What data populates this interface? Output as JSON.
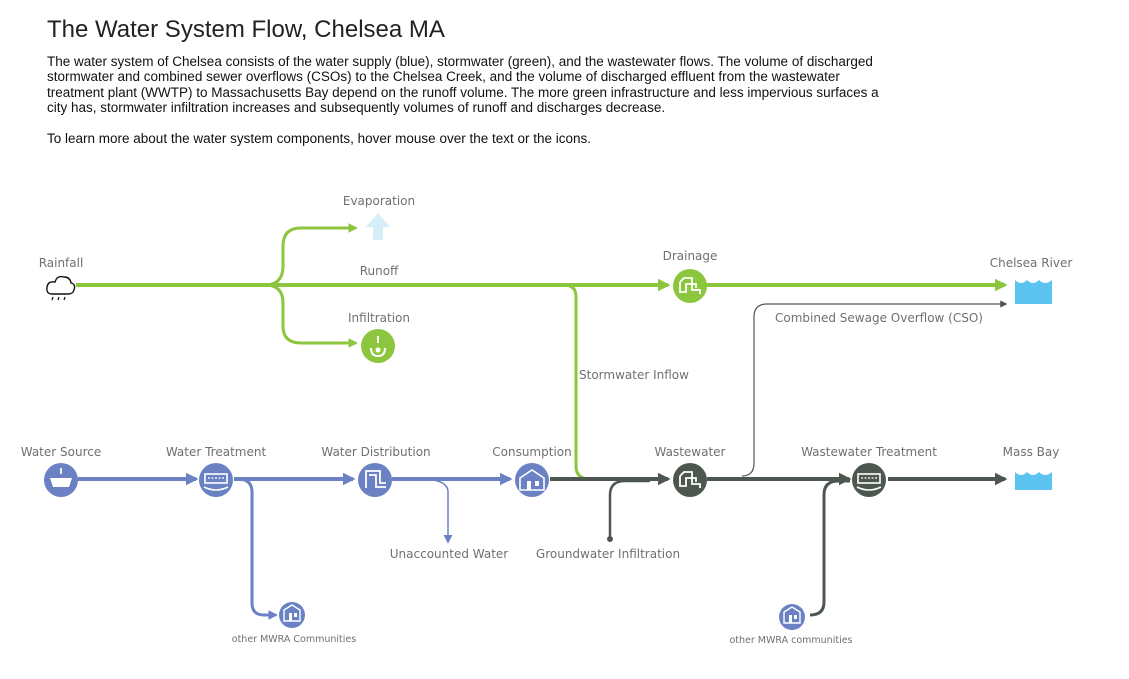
{
  "title": "The Water System Flow, Chelsea MA",
  "intro": "The water system of Chelsea consists of the water supply (blue), stormwater (green), and the wastewater flows. The volume of discharged stormwater and combined sewer overflows (CSOs) to the Chelsea Creek, and the volume of discharged effluent from the wastewater treatment plant (WWTP) to Massachusetts Bay depend on the runoff volume. The more green infrastructure and less impervious surfaces a city has, stormwater infiltration increases and subsequently volumes of runoff and discharges decrease.",
  "hint": "To learn more about the water system components, hover mouse over the text or the icons.",
  "colors": {
    "stormwater": "#8cc63f",
    "supply": "#6a82c4",
    "wastewater": "#4d5750",
    "receiving_water": "#5bc3ef",
    "evaporation": "#d6eef8",
    "label": "#707070"
  },
  "labels": {
    "evaporation": "Evaporation",
    "rainfall": "Rainfall",
    "runoff": "Runoff",
    "drainage": "Drainage",
    "chelsea_river": "Chelsea River",
    "infiltration": "Infiltration",
    "cso": "Combined Sewage Overflow (CSO)",
    "stormwater_inflow": "Stormwater Inflow",
    "water_source": "Water Source",
    "water_treatment": "Water Treatment",
    "water_distribution": "Water Distribution",
    "consumption": "Consumption",
    "wastewater": "Wastewater",
    "wastewater_treatment": "Wastewater Treatment",
    "mass_bay": "Mass Bay",
    "unaccounted_water": "Unaccounted Water",
    "groundwater_infiltration": "Groundwater Infiltration",
    "other_mwra_1": "other MWRA Communities",
    "other_mwra_2": "other MWRA communities"
  },
  "icons": {
    "rainfall": "rain-cloud-icon",
    "evaporation": "arrow-up-icon",
    "infiltration": "soil-infiltration-icon",
    "drainage": "drain-icon",
    "chelsea_river": "water-waves-icon",
    "water_source": "reservoir-icon",
    "water_treatment": "treatment-plant-icon",
    "water_distribution": "pipe-icon",
    "consumption": "household-icon",
    "wastewater": "sewer-icon",
    "wastewater_treatment": "treatment-plant-icon",
    "mass_bay": "water-waves-icon",
    "other_mwra": "community-icon"
  }
}
